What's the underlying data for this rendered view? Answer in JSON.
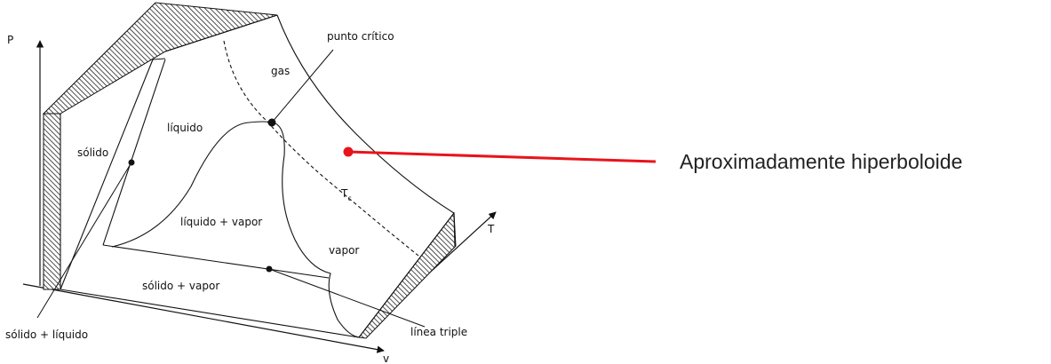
{
  "diagram": {
    "axes": {
      "pressure": "P",
      "temperature": "T",
      "volume": "v"
    },
    "regions": {
      "gas": "gas",
      "liquid": "líquido",
      "solid": "sólido",
      "liquid_vapor": "líquido + vapor",
      "vapor": "vapor",
      "solid_vapor": "sólido + vapor"
    },
    "annotations": {
      "critical_point": "punto crítico",
      "triple_line": "línea triple",
      "solid_liquid": "sólido + líquido",
      "critical_isotherm": "T",
      "critical_isotherm_sub": "c"
    },
    "callout": "Aproximadamente hiperboloide",
    "colors": {
      "callout_line": "#e8141b",
      "ink": "#111111"
    }
  }
}
